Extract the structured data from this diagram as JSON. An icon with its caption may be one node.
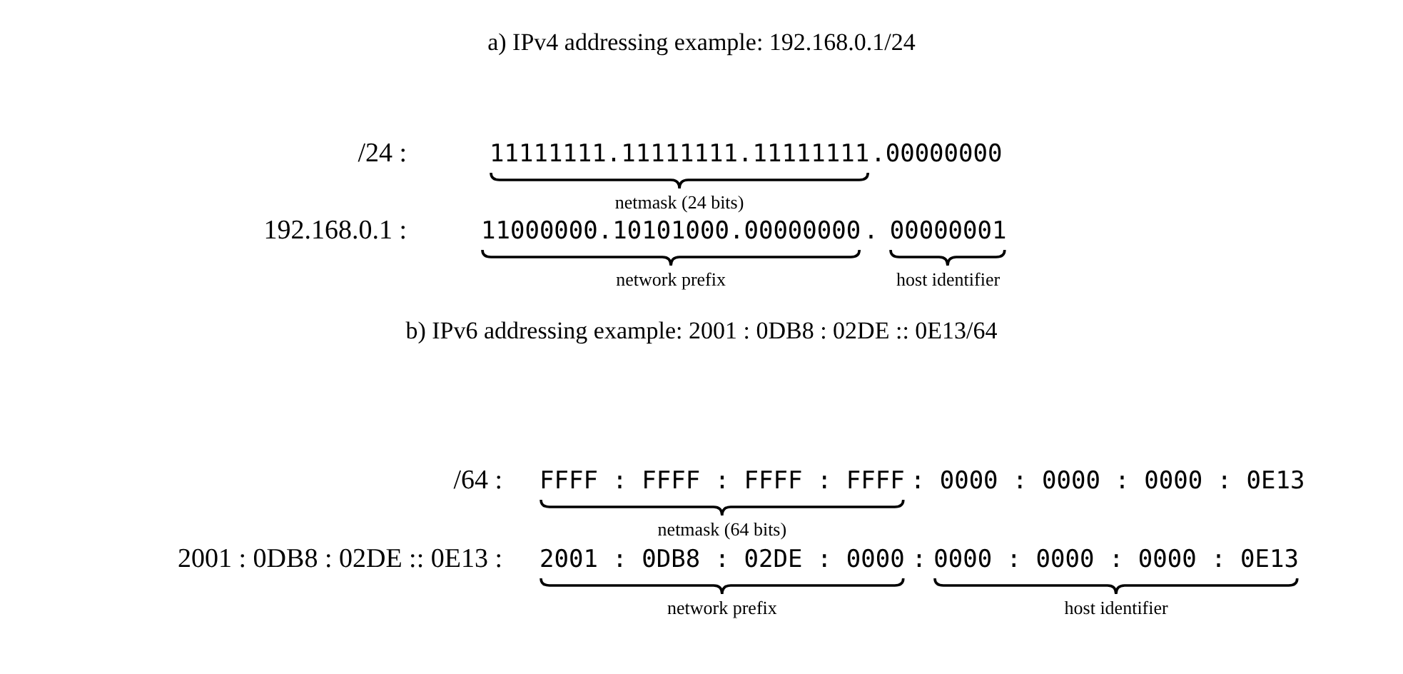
{
  "diagram": {
    "labels": [
      "a) IPv4 addressing example: 192.168.0.1/24",
      "/24 :",
      "11111111.11111111.11111111",
      ".00000000",
      "netmask (24 bits)",
      "192.168.0.1 :",
      "11000000.10101000.00000000",
      ".",
      "00000001",
      "network prefix",
      "host identifier",
      "b) IPv6 addressing example: 2001 : 0DB8 : 02DE :: 0E13/64",
      "/64 :",
      "FFFF : FFFF : FFFF : FFFF",
      ": 0000 : 0000 : 0000 : 0E13",
      "netmask (64 bits)",
      "2001 : 0DB8 : 02DE :: 0E13 :",
      "2001 : 0DB8 : 02DE : 0000",
      ":",
      "0000 : 0000 : 0000 : 0E13",
      "network prefix",
      "host identifier"
    ]
  }
}
